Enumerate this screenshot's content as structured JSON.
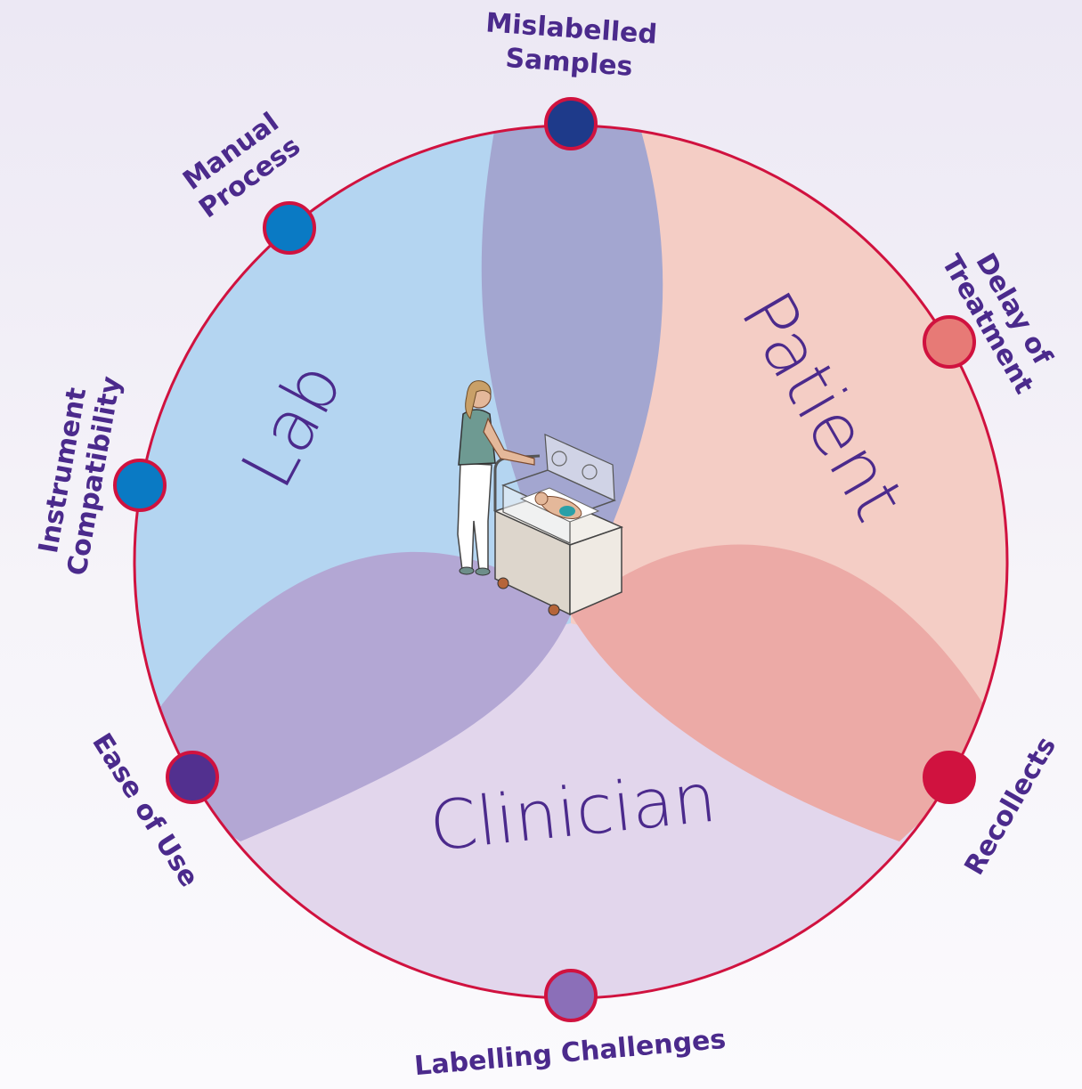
{
  "sectors": {
    "lab": "Lab",
    "patient": "Patient",
    "clinician": "Clinician"
  },
  "nodes": {
    "mislabelled": {
      "line1": "Mislabelled",
      "line2": "Samples",
      "color": "#1e3a8a"
    },
    "manual": {
      "line1": "Manual",
      "line2": "Process",
      "color": "#0a7ac4"
    },
    "instrument": {
      "line1": "Instrument",
      "line2": "Compatibility",
      "color": "#0a7ac4"
    },
    "ease": {
      "line1": "Ease of Use",
      "color": "#52308f"
    },
    "labelling": {
      "line1": "Labelling Challenges",
      "color": "#8b6fb8"
    },
    "recollects": {
      "line1": "Recollects",
      "color": "#d0123f"
    },
    "delay": {
      "line1": "Delay of",
      "line2": "Treatment",
      "color": "#e77a76"
    }
  },
  "colors": {
    "lab": "#b4d5f1",
    "patient": "#f4cdc5",
    "clinician": "#e2d6ec",
    "lab_patient_overlap": "#a3a6d0",
    "lab_clinician_overlap": "#b3a7d4",
    "patient_clinician_overlap": "#ecaaa6",
    "ring": "#d0123f",
    "text": "#4b2a8c"
  }
}
